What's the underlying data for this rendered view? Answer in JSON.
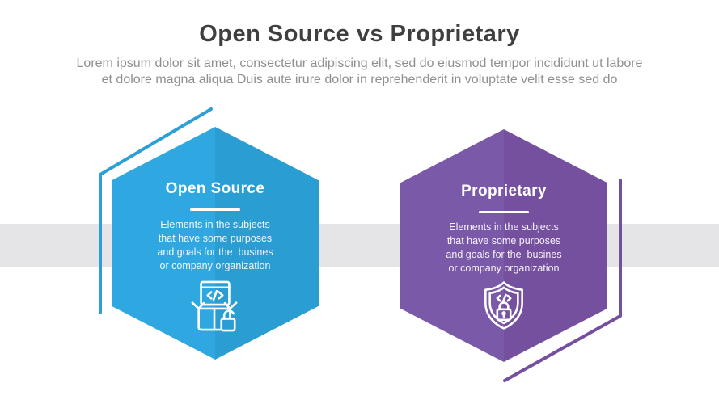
{
  "header": {
    "title": "Open Source vs Proprietary",
    "subtitle": "Lorem ipsum dolor sit amet, consectetur adipiscing elit, sed do eiusmod tempor incididunt ut labore\net dolore magna aliqua Duis aute irure dolor in reprehenderit in voluptate velit esse sed do"
  },
  "cards": [
    {
      "title": "Open Source",
      "description": "Elements in the subjects\nthat have some purposes\nand goals for the  busines\nor company organization",
      "icon": "open-box-code-unlock-icon"
    },
    {
      "title": "Proprietary",
      "description": "Elements in the subjects\nthat have some purposes\nand goals for the  busines\nor company organization",
      "icon": "shield-code-lock-icon"
    }
  ],
  "colors": {
    "title-color": "#3F3F3F",
    "subtitle-color": "#8F8F8F",
    "band-color": "#E5E5E7",
    "blue-left": "#2FA8E1",
    "blue-right": "#2A9DD3",
    "blue-outline": "#2B9FD6",
    "purple-left": "#7B59A9",
    "purple-right": "#74509E",
    "purple-outline": "#744FA0"
  }
}
